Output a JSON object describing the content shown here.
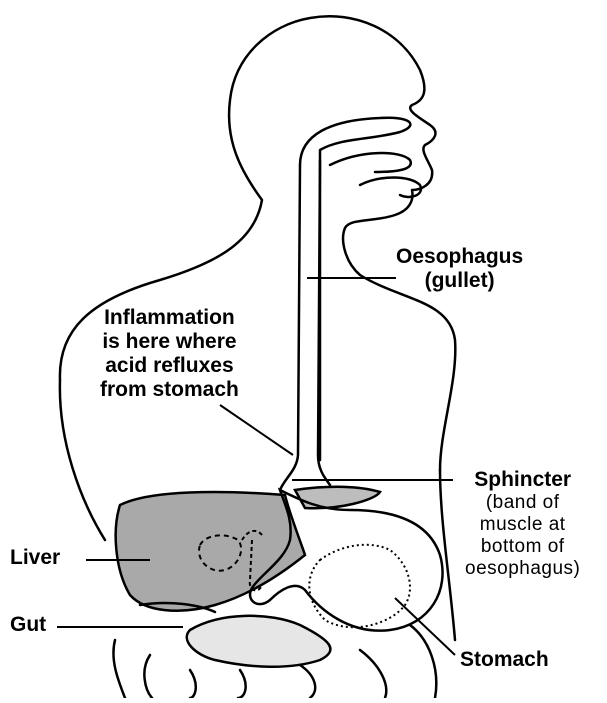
{
  "labels": {
    "oesophagus": {
      "line1": "Oesophagus",
      "line2": "(gullet)"
    },
    "inflammation": {
      "lines": [
        "Inflammation",
        "is here where",
        "acid refluxes",
        "from stomach"
      ]
    },
    "sphincter": {
      "title": "Sphincter",
      "lines": [
        "(band of",
        "muscle at",
        "bottom of",
        "oesophagus)"
      ]
    },
    "liver": "Liver",
    "gut": "Gut",
    "stomach": "Stomach"
  },
  "colors": {
    "outline": "#000000",
    "liver_fill": "#a9a9a9",
    "stomach_top_fill": "#bdbdbd",
    "gut_fill": "#e6e6e6",
    "background": "#ffffff"
  }
}
